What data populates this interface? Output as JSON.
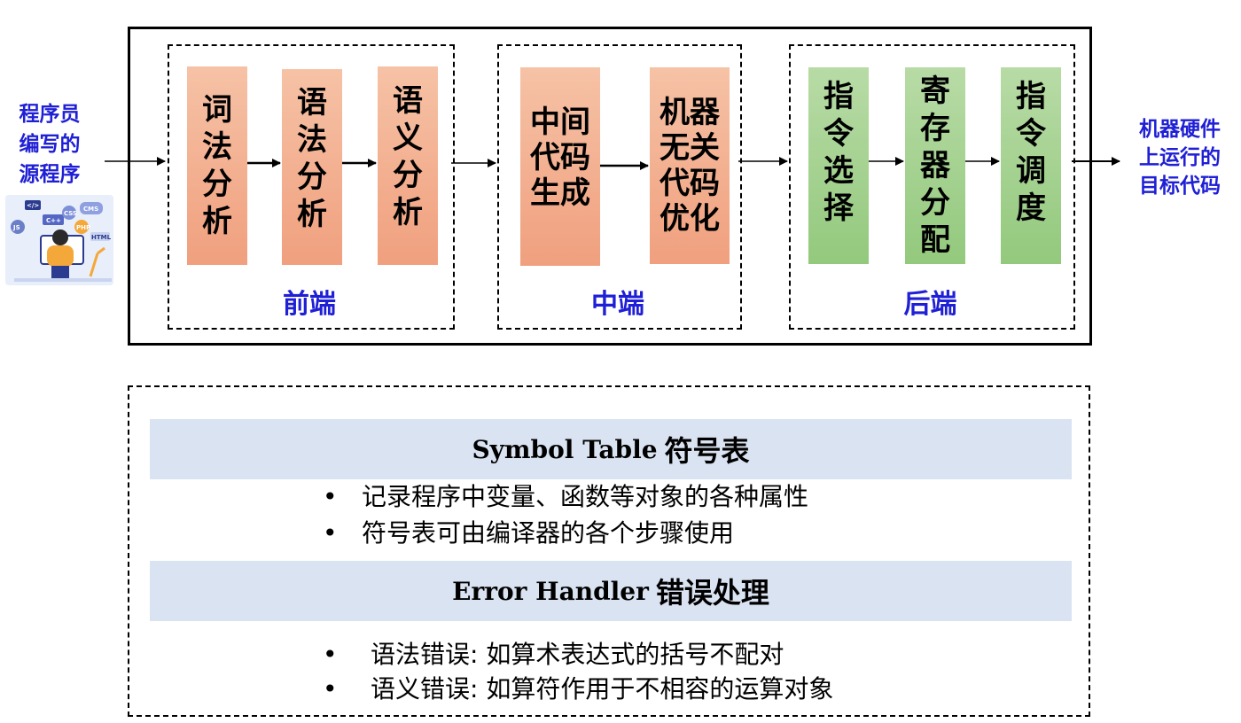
{
  "source": {
    "label_lines": [
      "程序员",
      "编写的",
      "源程序"
    ],
    "icon_tags": [
      "</>",
      "JS",
      "C++",
      "CSS",
      "CMS",
      "PHP",
      "HTML"
    ]
  },
  "target": {
    "label_lines": [
      "机器硬件",
      "上运行的",
      "目标代码"
    ]
  },
  "phases": {
    "front": {
      "title": "前端",
      "stages": [
        {
          "chars": [
            "词",
            "法",
            "分",
            "析"
          ]
        },
        {
          "chars": [
            "语",
            "法",
            "分",
            "析"
          ]
        },
        {
          "chars": [
            "语",
            "义",
            "分",
            "析"
          ]
        }
      ]
    },
    "middle": {
      "title": "中端",
      "stages": [
        {
          "lines": [
            "中间",
            "代码",
            "生成"
          ]
        },
        {
          "lines": [
            "机器",
            "无关",
            "代码",
            "优化"
          ]
        }
      ]
    },
    "back": {
      "title": "后端",
      "stages": [
        {
          "chars": [
            "指",
            "令",
            "选",
            "择"
          ]
        },
        {
          "chars": [
            "寄",
            "存",
            "器",
            "分",
            "配"
          ]
        },
        {
          "chars": [
            "指",
            "令",
            "调",
            "度"
          ]
        }
      ]
    }
  },
  "symbol_table": {
    "title_en": "Symbol Table",
    "title_zh": "符号表",
    "bullets": [
      "记录程序中变量、函数等对象的各种属性",
      "符号表可由编译器的各个步骤使用"
    ]
  },
  "error_handler": {
    "title_en": "Error Handler",
    "title_zh": "错误处理",
    "bullets": [
      "语法错误: 如算术表达式的括号不配对",
      "语义错误: 如算符作用于不相容的运算对象"
    ]
  },
  "colors": {
    "label_blue": "#1f1fd6",
    "stage_orange": "#f0a07e",
    "stage_green": "#93c97d",
    "band_blue": "#dae3f1"
  },
  "bullet_char": "•"
}
